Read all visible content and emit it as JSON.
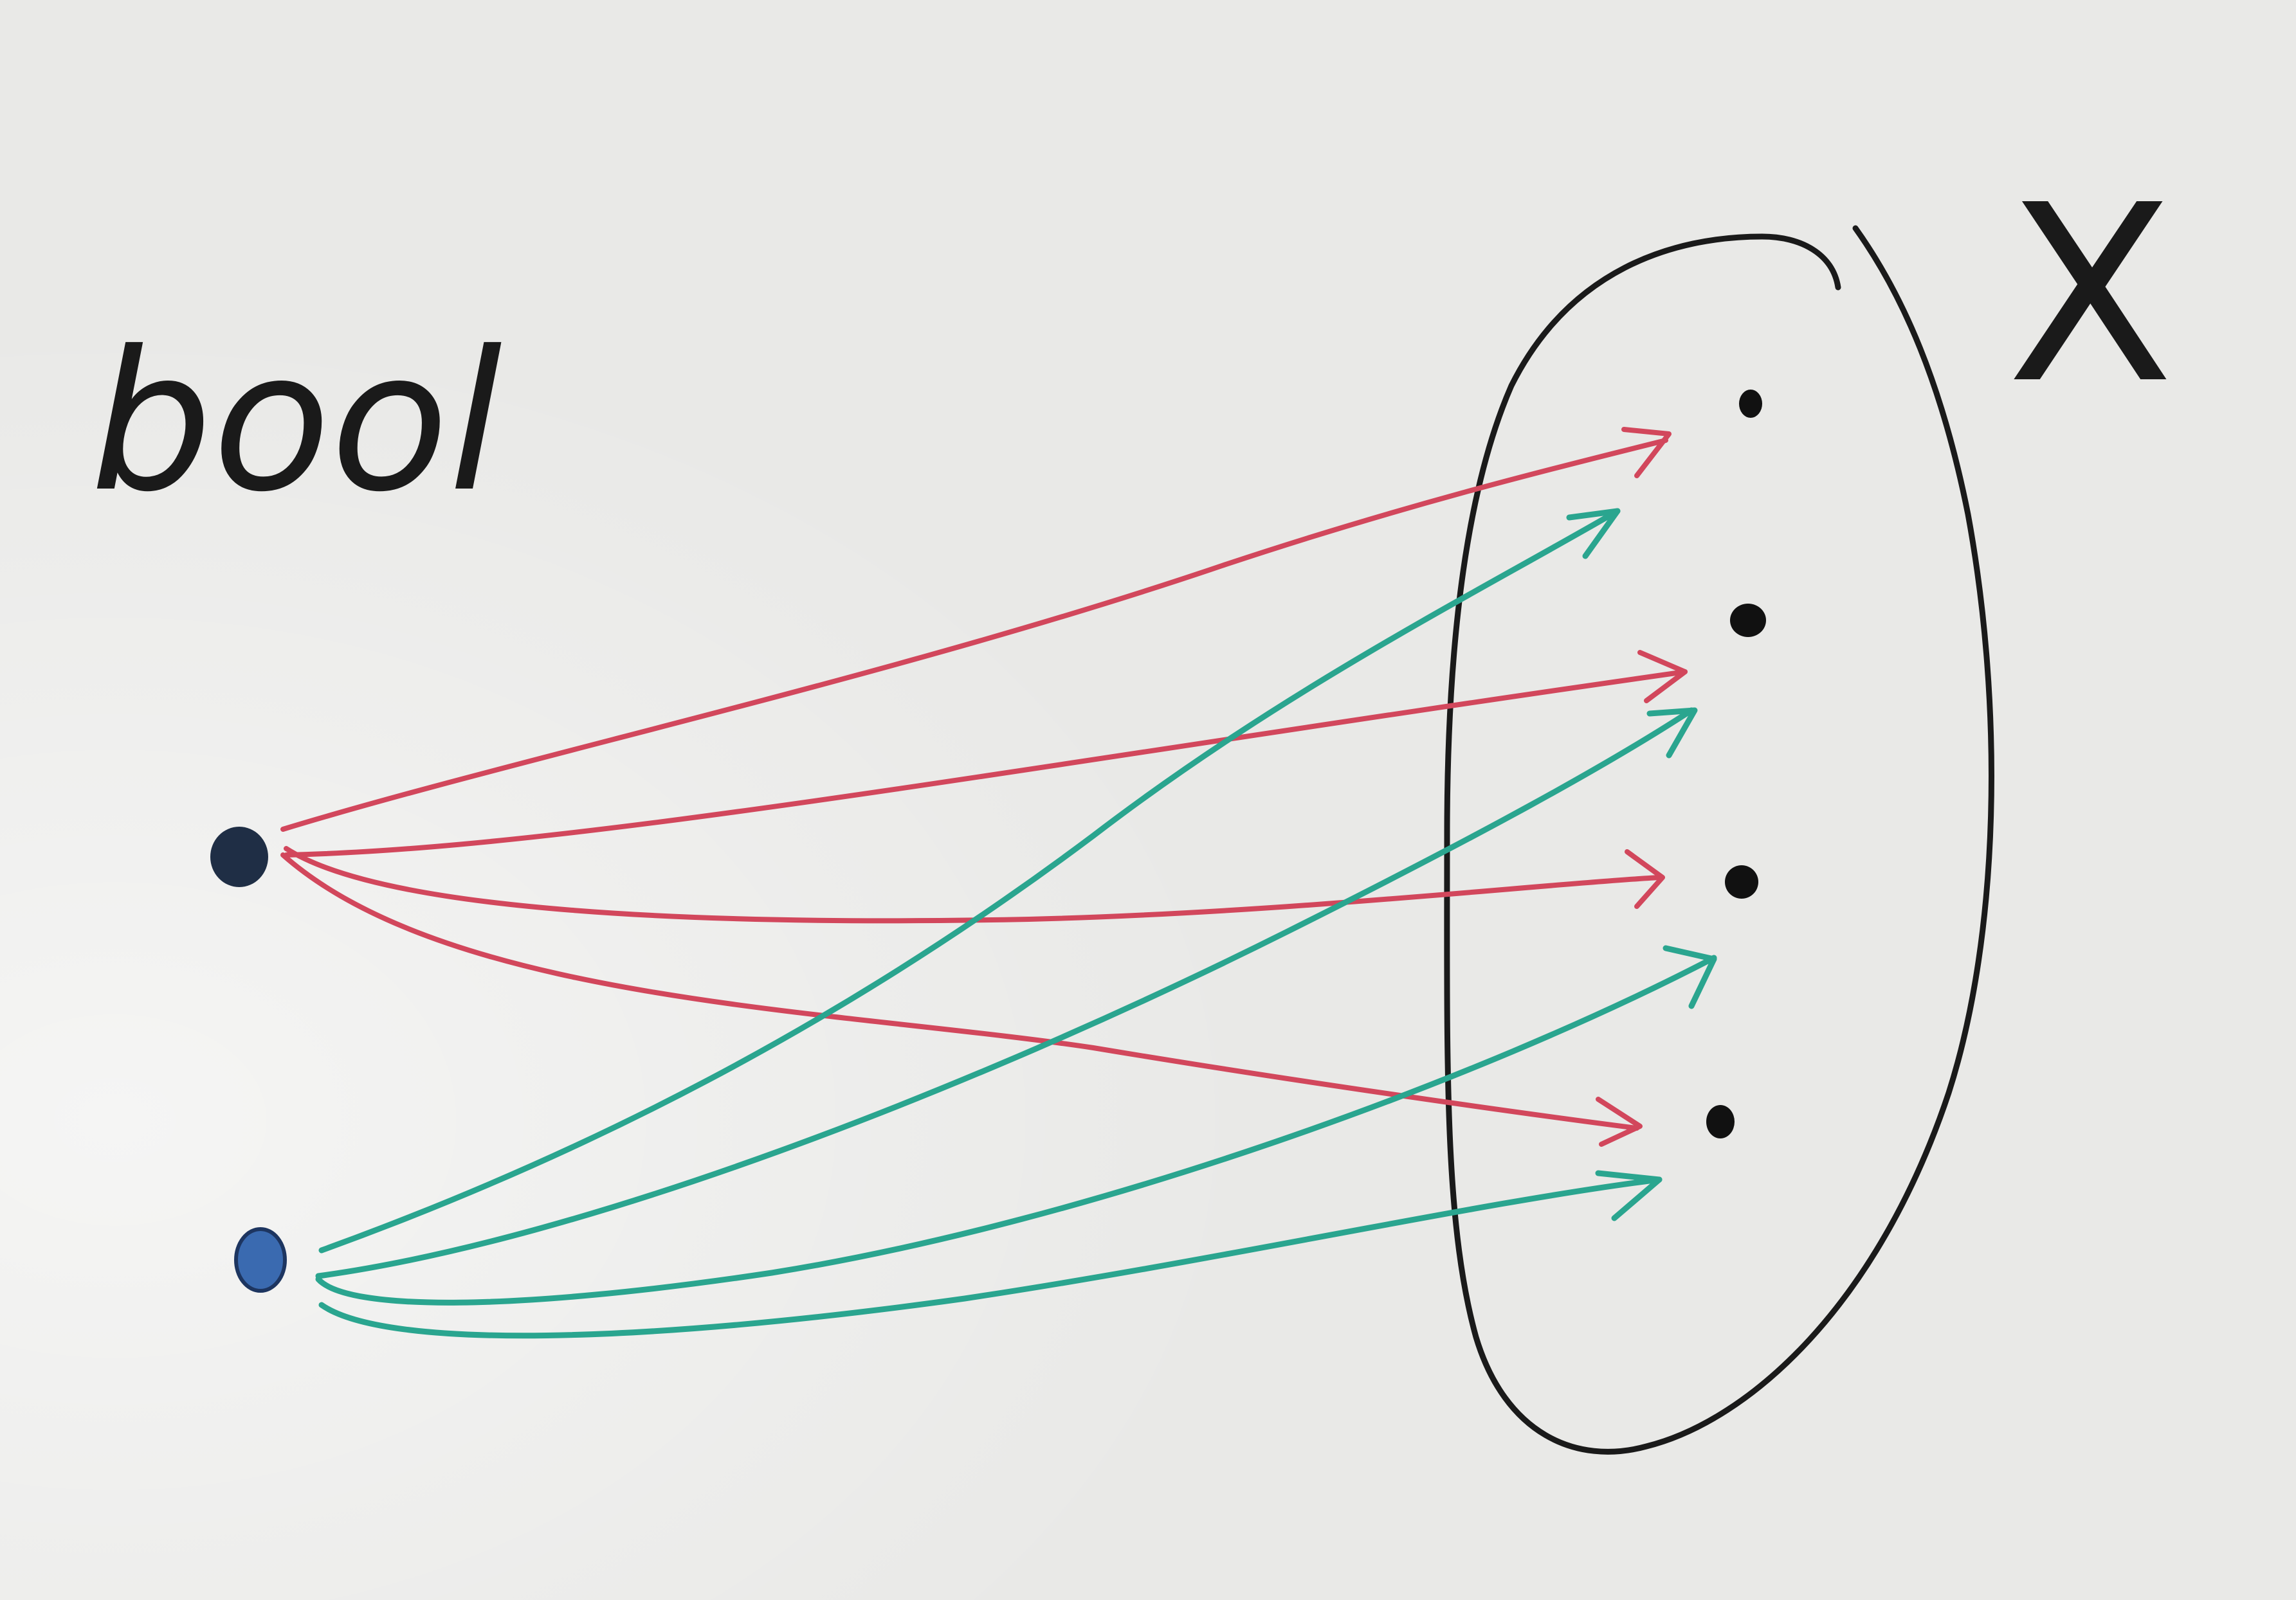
{
  "diagram": {
    "domain_label": "bool",
    "codomain_label": "X",
    "colors": {
      "board": "#e9e9e7",
      "ink": "#1a1a1a",
      "true_arrows": "#d2475c",
      "false_arrows": "#2aa58f",
      "domain_dot_top": "#1f2e45",
      "domain_dot_bottom": "#3a6ab0"
    },
    "domain_points": [
      "top-dot",
      "bottom-dot"
    ],
    "codomain_points": [
      "x1",
      "x2",
      "x3",
      "x4"
    ],
    "arrows": [
      {
        "from": "top-dot",
        "to": "x1",
        "color": "true_arrows"
      },
      {
        "from": "top-dot",
        "to": "x2",
        "color": "true_arrows"
      },
      {
        "from": "top-dot",
        "to": "x3",
        "color": "true_arrows"
      },
      {
        "from": "top-dot",
        "to": "x4",
        "color": "true_arrows"
      },
      {
        "from": "bottom-dot",
        "to": "x1",
        "color": "false_arrows"
      },
      {
        "from": "bottom-dot",
        "to": "x2",
        "color": "false_arrows"
      },
      {
        "from": "bottom-dot",
        "to": "x3",
        "color": "false_arrows"
      },
      {
        "from": "bottom-dot",
        "to": "x4",
        "color": "false_arrows"
      }
    ]
  }
}
